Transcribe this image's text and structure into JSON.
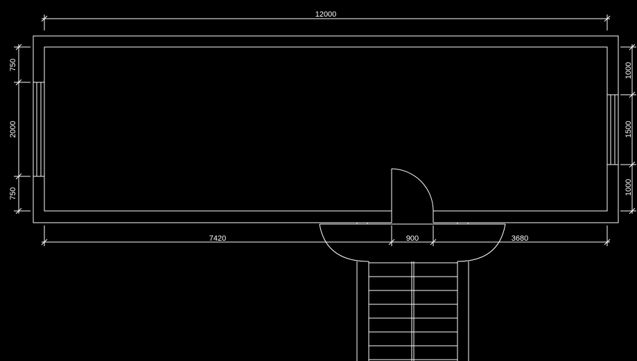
{
  "drawing": {
    "background_color": "#000000",
    "line_color": "#ffffff",
    "dimensions": {
      "top_overall": "12000",
      "left_upper": "750",
      "left_window": "2000",
      "left_lower": "750",
      "right_upper": "1000",
      "right_window": "1500",
      "right_lower": "1000",
      "bottom_left": "7420",
      "bottom_door": "900",
      "bottom_right": "3680"
    }
  }
}
